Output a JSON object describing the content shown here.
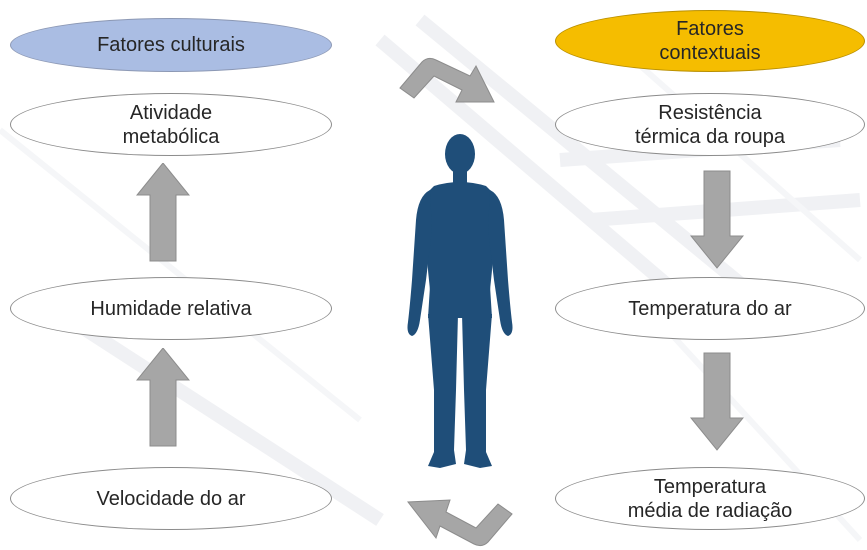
{
  "colors": {
    "cultural_header": "#aabde3",
    "contextual_header": "#f5bd00",
    "arrow_fill": "#a6a6a6",
    "figure_fill": "#1f4e79"
  },
  "left": {
    "header": "Fatores culturais",
    "items": [
      "Atividade\nmetabólica",
      "Humidade relativa",
      "Velocidade do ar"
    ]
  },
  "right": {
    "header": "Fatores\ncontextuais",
    "items": [
      "Resistência\ntérmica da roupa",
      "Temperatura do ar",
      "Temperatura\nmédia de radiação"
    ]
  },
  "icons": {
    "figure": "human-silhouette-icon",
    "cycle_top": "curved-arrow-right-icon",
    "cycle_bottom": "curved-arrow-left-icon"
  }
}
